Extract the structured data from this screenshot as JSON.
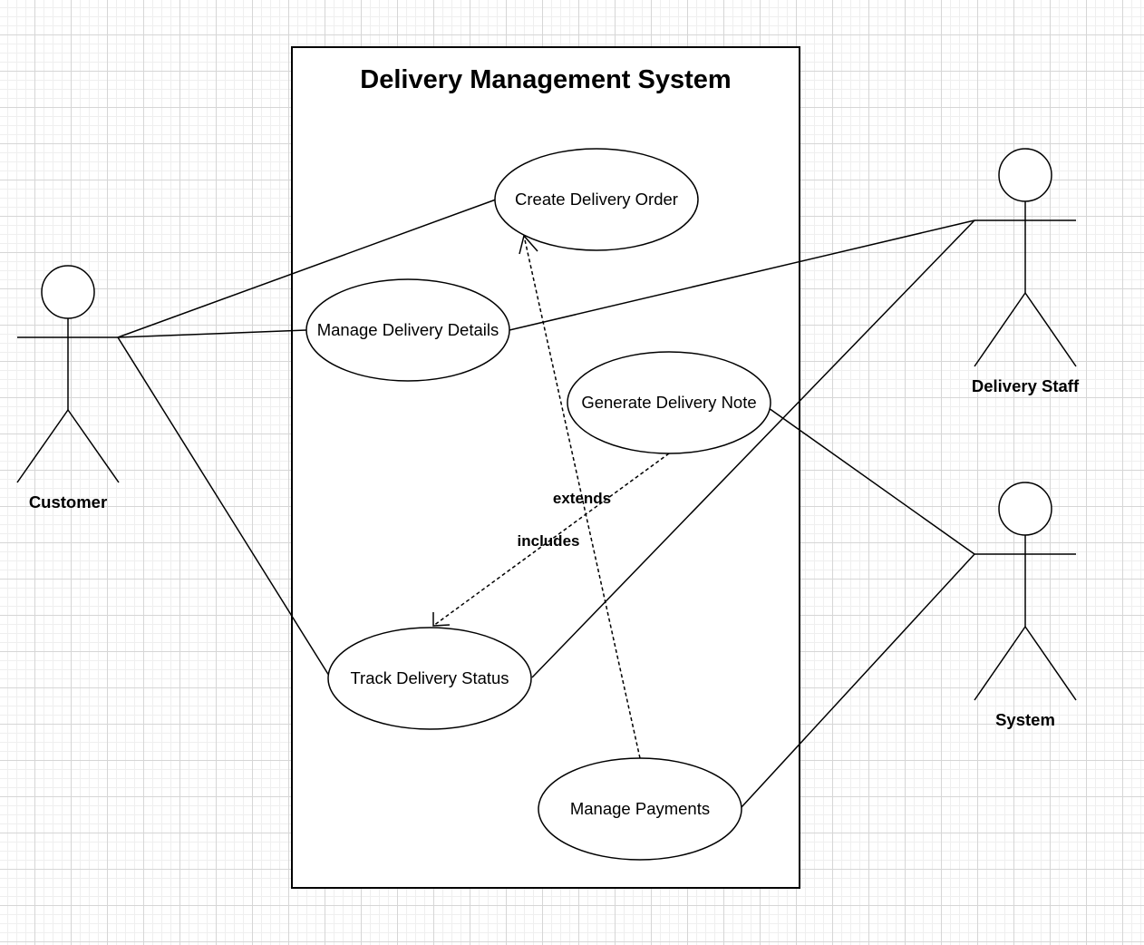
{
  "diagram": {
    "title": "Delivery Management System",
    "use_cases": {
      "create_order": "Create Delivery Order",
      "manage_details": "Manage Delivery Details",
      "generate_note": "Generate Delivery Note",
      "track_status": "Track Delivery Status",
      "manage_payments": "Manage Payments"
    },
    "actors": {
      "customer": "Customer",
      "delivery_staff": "Delivery Staff",
      "system": "System"
    },
    "relationships": {
      "extends": "extends",
      "includes": "includes"
    }
  }
}
